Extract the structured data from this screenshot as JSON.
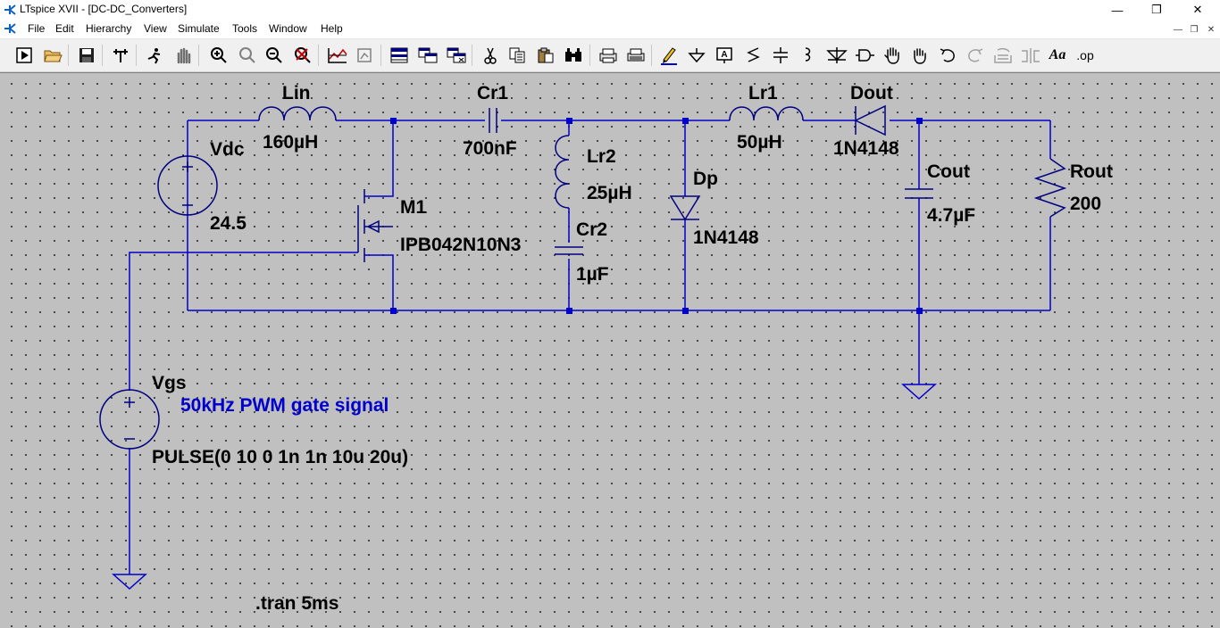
{
  "window": {
    "title": "LTspice XVII - [DC-DC_Converters]",
    "buttons": {
      "minimize": "—",
      "restore": "❐",
      "close": "✕"
    }
  },
  "menu": {
    "items": [
      "File",
      "Edit",
      "Hierarchy",
      "View",
      "Simulate",
      "Tools",
      "Window",
      "Help"
    ],
    "mdi": {
      "minimize": "—",
      "restore": "❐",
      "close": "✕"
    }
  },
  "toolbar": {
    "icons": [
      "new-schematic",
      "open",
      "save",
      "control-panel",
      "run",
      "halt",
      "zoom-in",
      "zoom-pan",
      "zoom-out",
      "zoom-fit",
      "autorange",
      "pick-visible",
      "tile",
      "cascade",
      "close-window",
      "cut",
      "copy",
      "paste",
      "find",
      "print",
      "print-setup",
      "draw-wire",
      "ground",
      "label-net",
      "resistor",
      "capacitor",
      "inductor",
      "diode",
      "component",
      "move",
      "drag",
      "undo",
      "redo",
      "rotate",
      "mirror",
      "text",
      "spice-directive"
    ],
    "spice_directive_label": ".op",
    "text_label": "Aa"
  },
  "schematic": {
    "components": {
      "lin": {
        "name": "Lin",
        "value": "160µH"
      },
      "vdc": {
        "name": "Vdc",
        "value": "24.5"
      },
      "m1": {
        "name": "M1",
        "value": "IPB042N10N3"
      },
      "cr1": {
        "name": "Cr1",
        "value": "700nF"
      },
      "lr2": {
        "name": "Lr2",
        "value": "25µH"
      },
      "cr2": {
        "name": "Cr2",
        "value": "1µF"
      },
      "dp": {
        "name": "Dp",
        "value": "1N4148"
      },
      "lr1": {
        "name": "Lr1",
        "value": "50µH"
      },
      "dout": {
        "name": "Dout",
        "value": "1N4148"
      },
      "cout": {
        "name": "Cout",
        "value": "4.7µF"
      },
      "rout": {
        "name": "Rout",
        "value": "200"
      },
      "vgs": {
        "name": "Vgs",
        "value": "PULSE(0 10 0 1n 1n 10u 20u)"
      }
    },
    "comment": "50kHz PWM gate signal",
    "directive": ".tran 5ms",
    "colors": {
      "wire": "#0000cc",
      "background": "#c0c0c0",
      "component": "#000080",
      "comment": "#0000cc"
    }
  }
}
